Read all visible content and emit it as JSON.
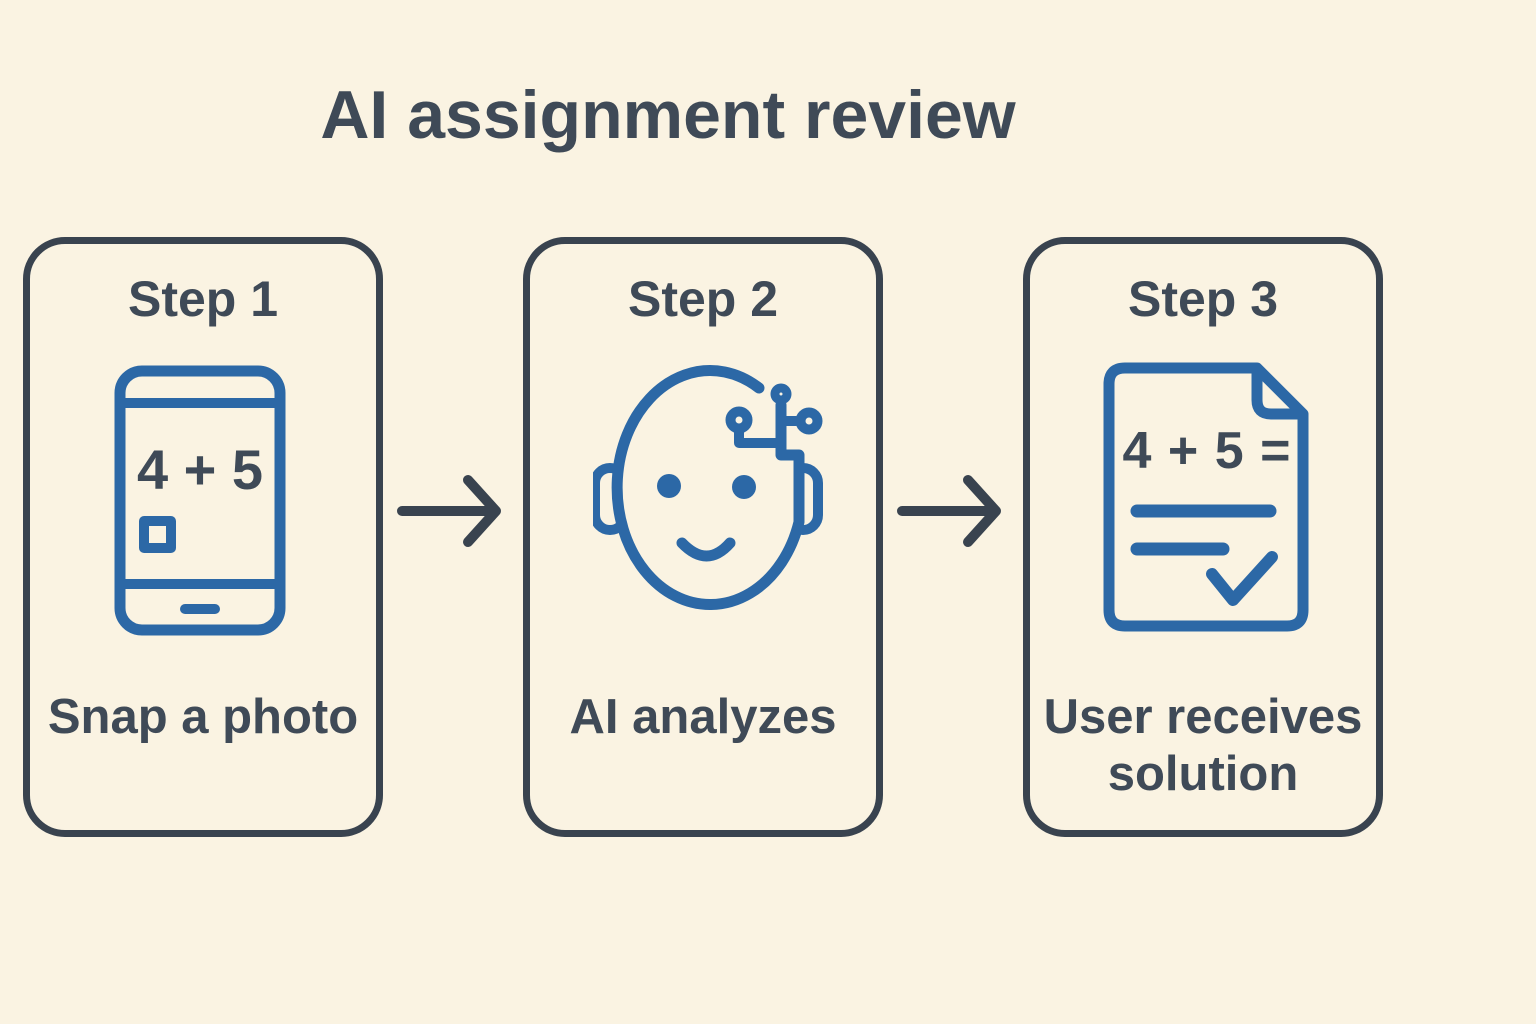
{
  "title": "AI assignment review",
  "colors": {
    "background": "#FAF3E2",
    "card-border": "#39434F",
    "text": "#3F4A57",
    "icon-blue": "#2C68A6",
    "arrow": "#39434F"
  },
  "steps": [
    {
      "label": "Step 1",
      "icon": "smartphone-photo-icon",
      "screen_text": "4 + 5",
      "caption": "Snap a photo"
    },
    {
      "label": "Step 2",
      "icon": "robot-face-icon",
      "caption": "AI analyzes"
    },
    {
      "label": "Step 3",
      "icon": "document-check-icon",
      "doc_text": "4 + 5 =",
      "caption": "User receives solution"
    }
  ],
  "arrows": [
    {
      "icon": "arrow-right-icon"
    },
    {
      "icon": "arrow-right-icon"
    }
  ]
}
